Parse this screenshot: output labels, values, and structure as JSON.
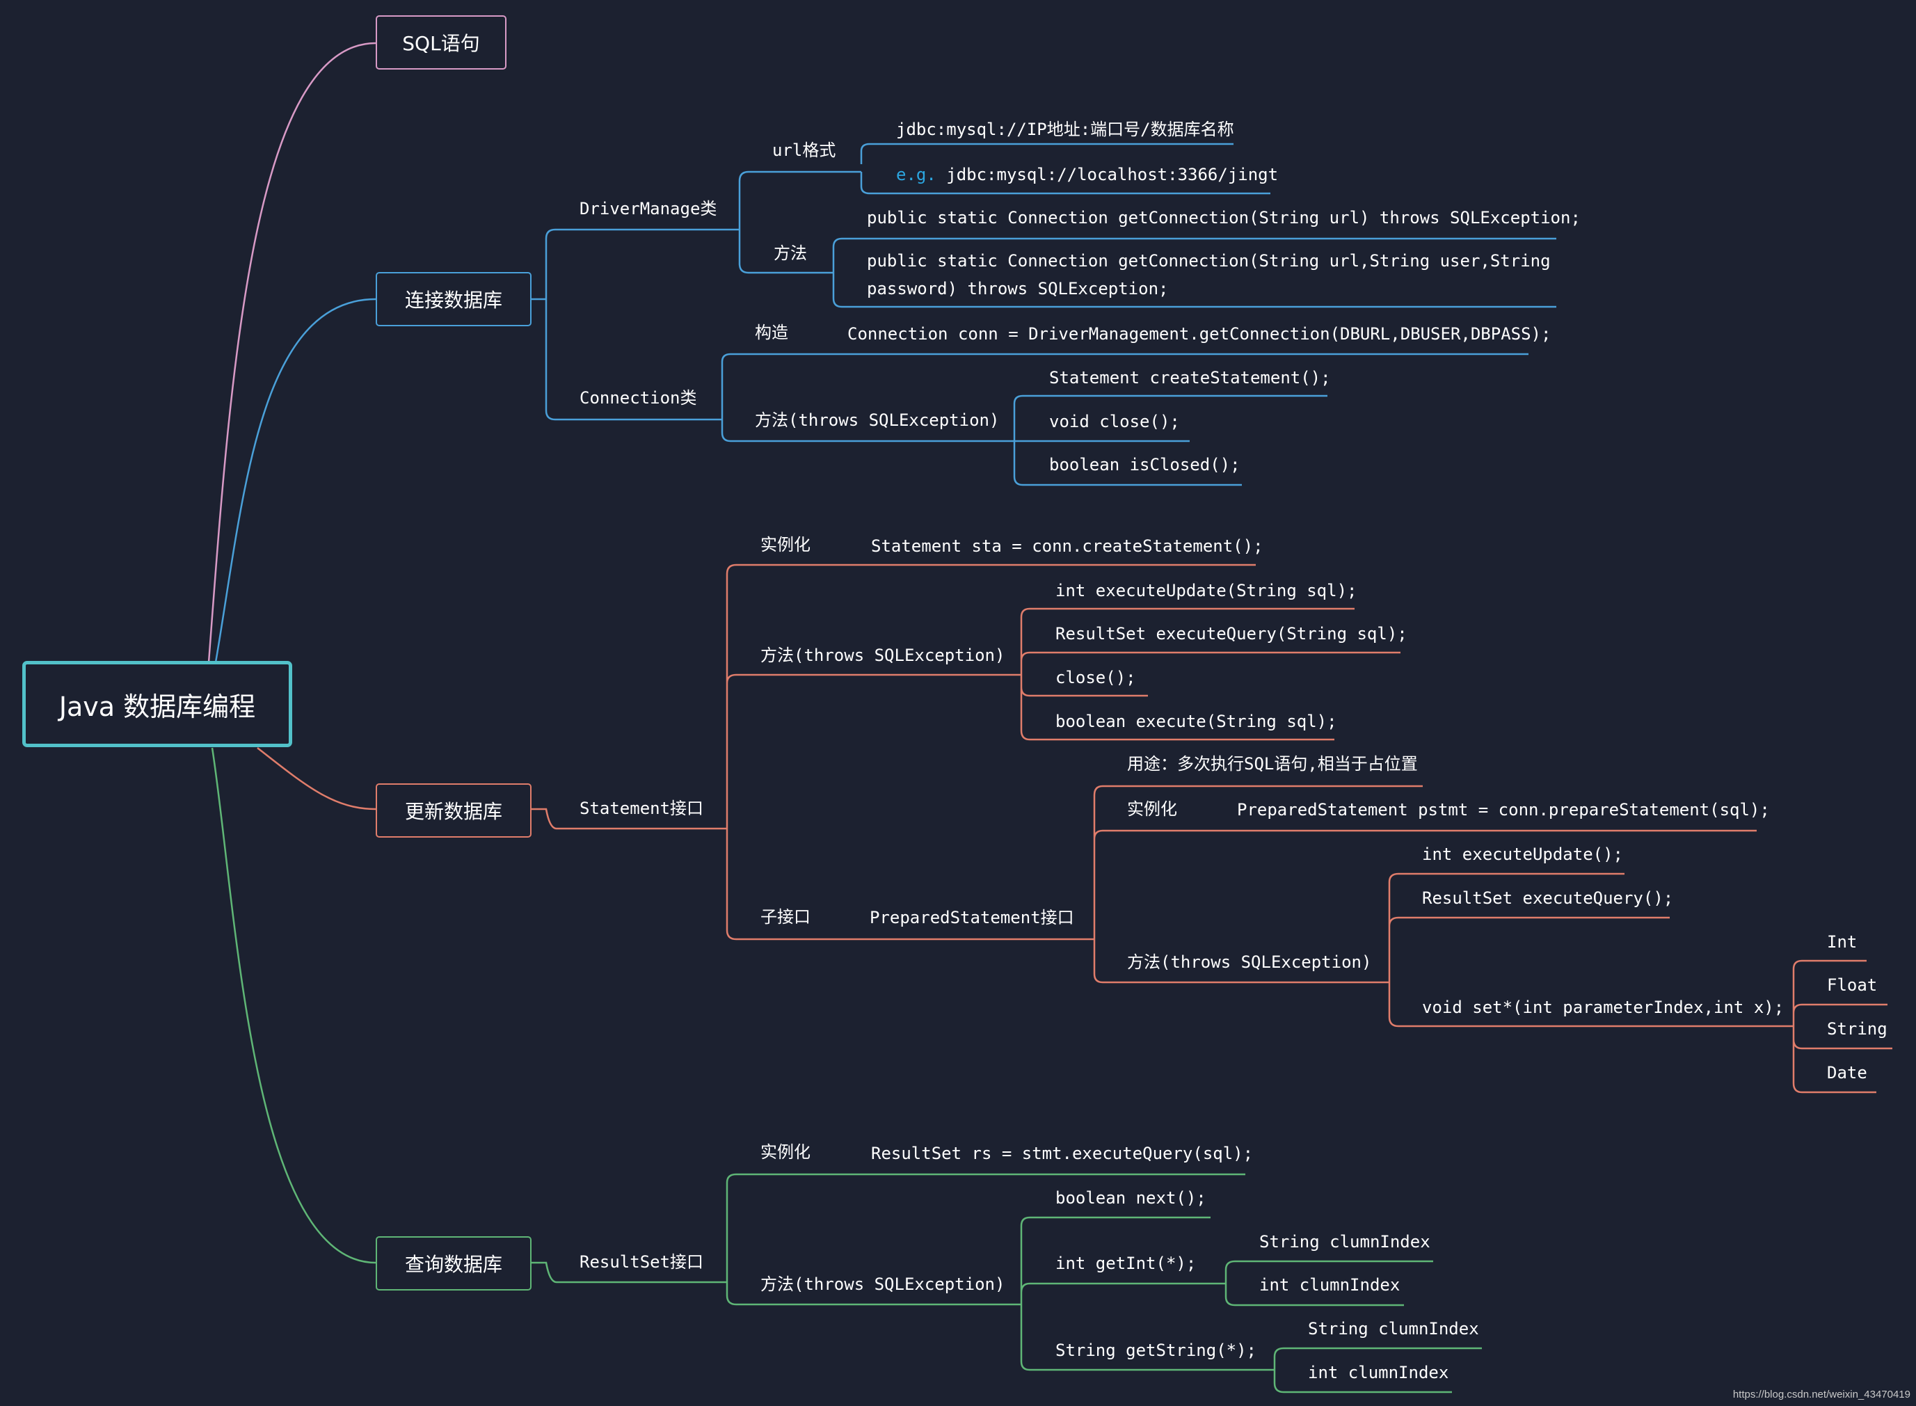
{
  "colors": {
    "background": "#1c2130",
    "root_border": "#52c1c9",
    "sql_branch": "#d89ac6",
    "connect_branch": "#4aa0d9",
    "update_branch": "#e07d6b",
    "query_branch": "#5fb676",
    "highlight": "#2ca6e0"
  },
  "root": "Java 数据库编程",
  "sql": {
    "label": "SQL语句"
  },
  "connect": {
    "label": "连接数据库",
    "driver": {
      "label": "DriverManage类",
      "url": {
        "label": "url格式",
        "format": "jdbc:mysql://IP地址:端口号/数据库名称",
        "example_prefix": "e.g.",
        "example": "jdbc:mysql://localhost:3366/jingt"
      },
      "methods": {
        "label": "方法",
        "m1": "public static Connection getConnection(String url) throws SQLException;",
        "m2": "public static Connection getConnection(String url,String user,String password) throws SQLException;"
      }
    },
    "connection": {
      "label": "Connection类",
      "ctor_label": "构造",
      "ctor": "Connection conn = DriverManagement.getConnection(DBURL,DBUSER,DBPASS);",
      "methods_label": "方法(throws SQLException)",
      "methods": [
        "Statement createStatement();",
        "void close();",
        "boolean isClosed();"
      ]
    }
  },
  "update": {
    "label": "更新数据库",
    "statement": {
      "label": "Statement接口",
      "inst_label": "实例化",
      "inst": "Statement sta = conn.createStatement();",
      "methods_label": "方法(throws SQLException)",
      "methods": [
        "int executeUpdate(String sql);",
        "ResultSet executeQuery(String sql);",
        "close();",
        "boolean execute(String sql);"
      ],
      "sub_label": "子接口",
      "prepared": {
        "label": "PreparedStatement接口",
        "usage": "用途：多次执行SQL语句,相当于占位置",
        "inst_label": "实例化",
        "inst": "PreparedStatement pstmt = conn.prepareStatement(sql);",
        "methods_label": "方法(throws SQLException)",
        "methods": [
          "int executeUpdate();",
          "ResultSet executeQuery();",
          "void set*(int parameterIndex,int x);"
        ],
        "types": [
          "Int",
          "Float",
          "String",
          "Date"
        ]
      }
    }
  },
  "query": {
    "label": "查询数据库",
    "resultset": {
      "label": "ResultSet接口",
      "inst_label": "实例化",
      "inst": "ResultSet rs = stmt.executeQuery(sql);",
      "methods_label": "方法(throws SQLException)",
      "next": "boolean next();",
      "getint": "int getInt(*);",
      "getint_args": [
        "String clumnIndex",
        "int clumnIndex"
      ],
      "getstring": "String getString(*);",
      "getstring_args": [
        "String clumnIndex",
        "int clumnIndex"
      ]
    }
  },
  "watermark": "https://blog.csdn.net/weixin_43470419"
}
